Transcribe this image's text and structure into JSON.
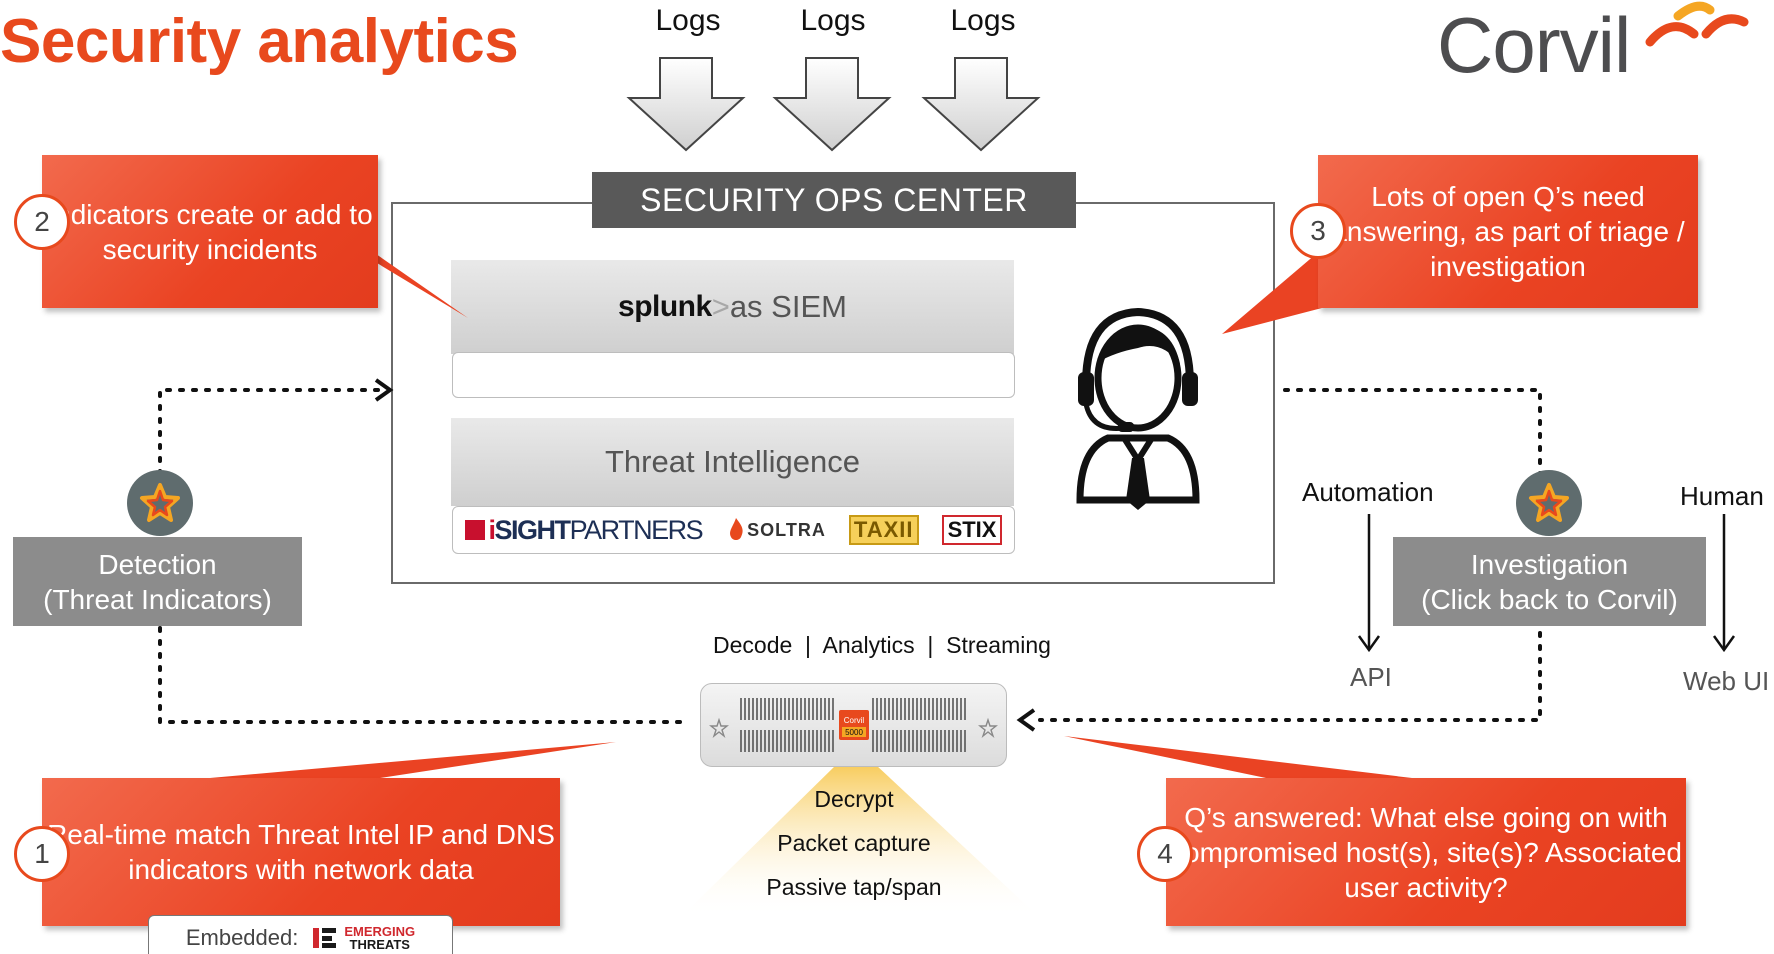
{
  "title": "Security analytics",
  "brand": {
    "name": "Corvil"
  },
  "logs": [
    "Logs",
    "Logs",
    "Logs"
  ],
  "soc": {
    "header": "SECURITY OPS CENTER",
    "siem": {
      "brand": "splunk",
      "separator": ">",
      "suffix": "as SIEM"
    },
    "threat_intel": {
      "label": "Threat Intelligence",
      "logos": {
        "isight": {
          "a": "i",
          "b": "SIGHT",
          "c": "PARTNERS"
        },
        "soltra": "SOLTRA",
        "taxii": "TAXII",
        "stix": "STIX"
      }
    }
  },
  "callouts": [
    {
      "number": "2",
      "text": "Indicators create or add to security incidents"
    },
    {
      "number": "3",
      "text": "Lots of open Q’s need answering, as part of triage / investigation"
    },
    {
      "number": "1",
      "text": "Real-time match Threat Intel IP and DNS indicators with network data"
    },
    {
      "number": "4",
      "text": "Q’s answered: What else going on with compromised host(s), site(s)? Associated user activity?"
    }
  ],
  "detection": {
    "line1": "Detection",
    "line2": "(Threat Indicators)"
  },
  "investigation": {
    "line1": "Investigation",
    "line2": "(Click back to Corvil)"
  },
  "automation": {
    "label": "Automation",
    "target": "API"
  },
  "human": {
    "label": "Human",
    "target": "Web UI"
  },
  "appliance": {
    "functions": "Decode  |  Analytics  |  Streaming",
    "badge": "Corvil",
    "model": "5000",
    "capabilities": [
      "Decrypt",
      "Packet capture",
      "Passive tap/span"
    ]
  },
  "embedded": {
    "label": "Embedded:",
    "logo_line1": "EMERGING",
    "logo_line2": "THREATS"
  },
  "colors": {
    "accent": "#e8491d",
    "callout": "#ea4323",
    "soc_header": "#595959",
    "gray_box": "#8c8c8c",
    "badge": "#5f6c6e"
  }
}
